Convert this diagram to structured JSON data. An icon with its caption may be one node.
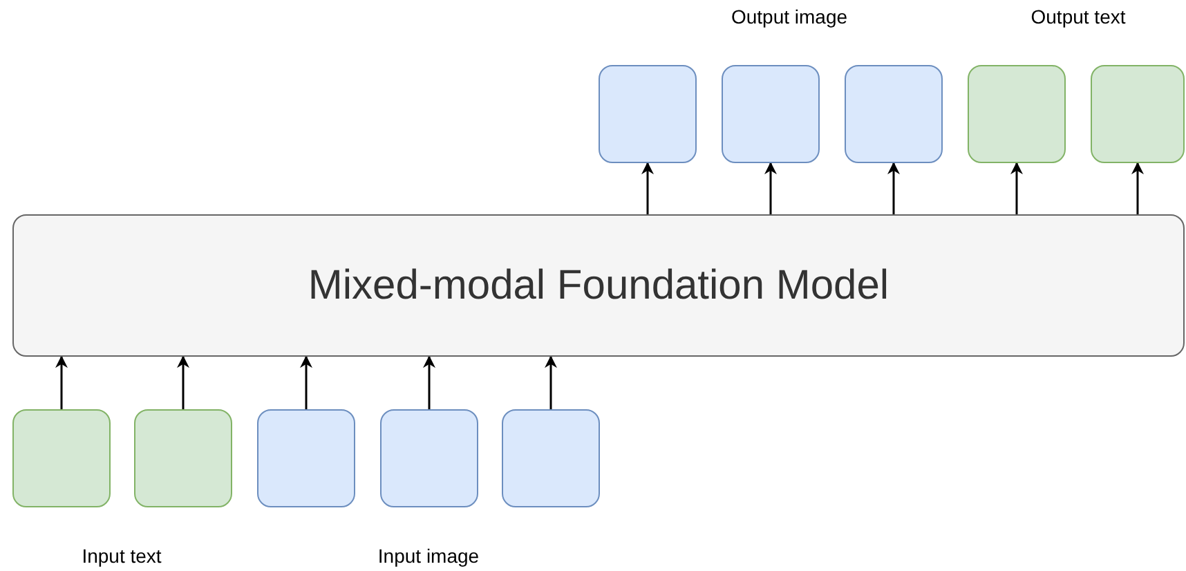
{
  "diagram": {
    "nodes": [
      {
        "text": [],
        "shape": "box"
      },
      {
        "text": [],
        "shape": "box"
      },
      {
        "text": [],
        "shape": "box"
      },
      {
        "text": [],
        "shape": "box"
      },
      {
        "text": [],
        "shape": "box"
      },
      {
        "text": [
          "Mixed-modal Foundation Model"
        ]
      },
      {
        "text": [],
        "shape": "box"
      },
      {
        "text": [],
        "shape": "box"
      },
      {
        "text": [],
        "shape": "box"
      },
      {
        "text": [],
        "shape": "box"
      },
      {
        "text": [],
        "shape": "box"
      }
    ],
    "edges": [
      {
        "from": 5,
        "to": 0,
        "arrow": "to"
      },
      {
        "from": 5,
        "to": 1,
        "arrow": "to"
      },
      {
        "from": 5,
        "to": 2,
        "arrow": "to"
      },
      {
        "from": 5,
        "to": 3,
        "arrow": "to"
      },
      {
        "from": 5,
        "to": 4,
        "arrow": "to"
      },
      {
        "from": 6,
        "to": 5,
        "arrow": "to"
      },
      {
        "from": 7,
        "to": 5,
        "arrow": "to"
      },
      {
        "from": 8,
        "to": 5,
        "arrow": "to"
      },
      {
        "from": 9,
        "to": 5,
        "arrow": "to"
      },
      {
        "from": 10,
        "to": 5,
        "arrow": "to"
      }
    ],
    "labels": [
      "Output image",
      "Output text",
      "Input text",
      "Input image"
    ]
  }
}
